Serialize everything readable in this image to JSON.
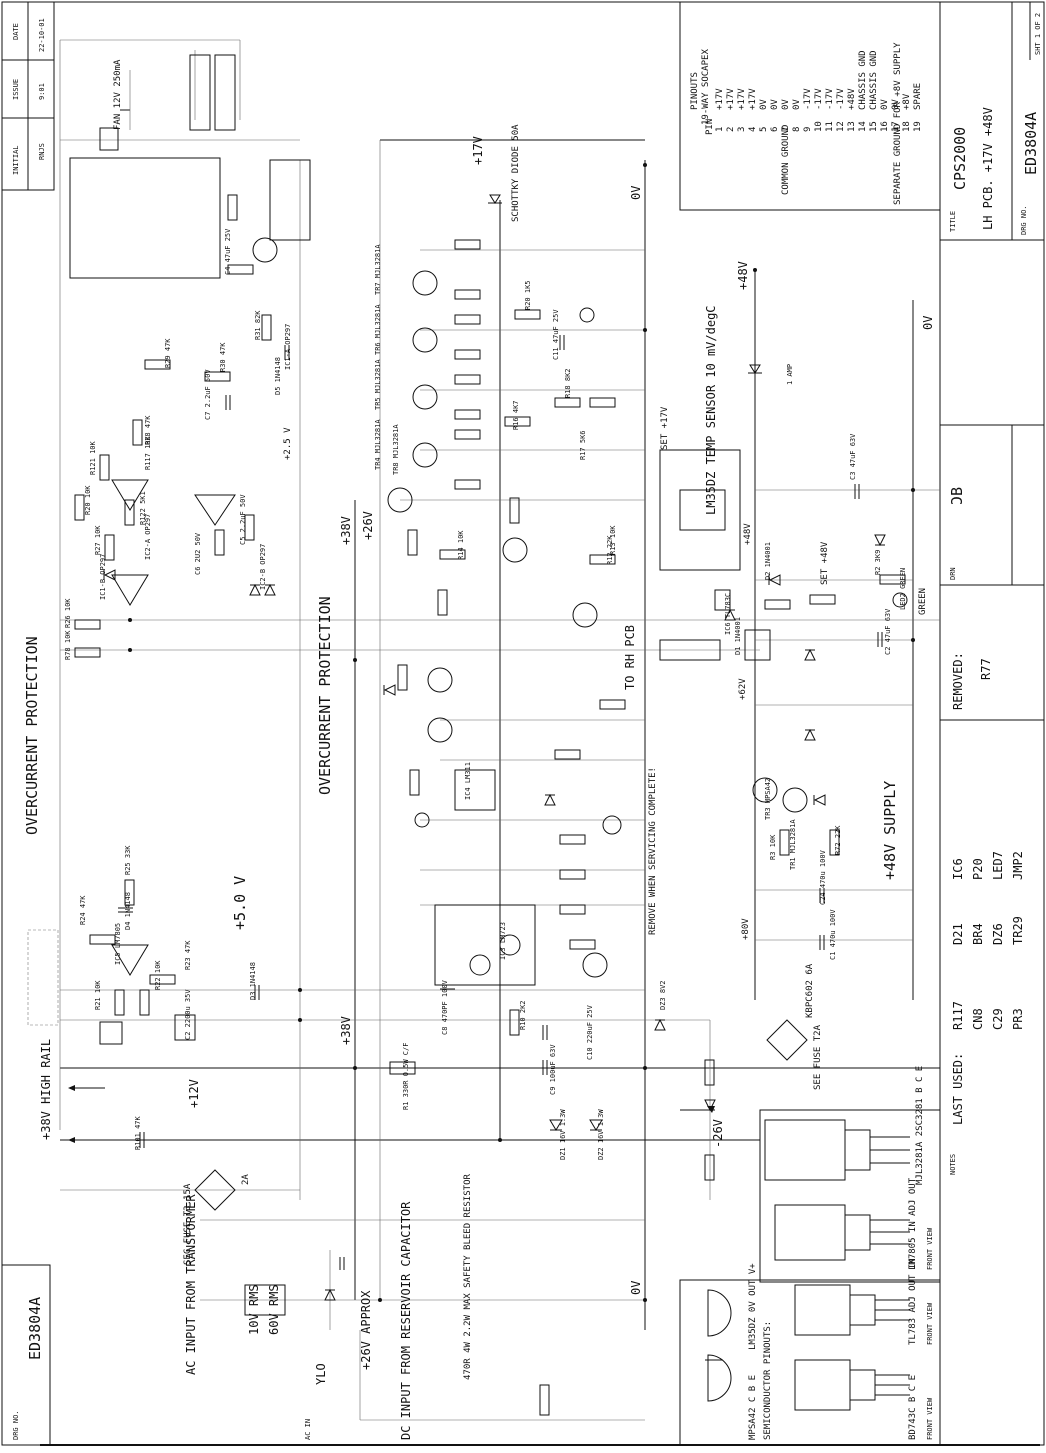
{
  "title_block": {
    "title_label": "TITLE",
    "title_main": "CPS2000",
    "title_sub": "LH PCB. +17V +48V",
    "drg_no_label": "DRG NO.",
    "drg_no": "ED3804A",
    "sheet": "SHT 1 OF 2",
    "drn_label": "DRN",
    "initials": "ƆB",
    "removed_label": "REMOVED:",
    "removed": "R77",
    "last_used_label": "LAST USED:",
    "last_used": [
      [
        "R117",
        "D21",
        "IC6"
      ],
      [
        "CN8",
        "BR4",
        "P20"
      ],
      [
        "C29",
        "DZ6",
        "LED7"
      ],
      [
        "PR3",
        "TR29",
        "JMP2"
      ]
    ],
    "notes_label": "NOTES"
  },
  "revision": {
    "headers": [
      "INITIAL",
      "ISSUE",
      "DATE"
    ],
    "values": [
      "RNJS",
      "9:01",
      "22-10-01"
    ]
  },
  "left_block": {
    "drg_no_label": "DRG NO.",
    "drg_no": "ED3804A"
  },
  "pinouts": {
    "title": "PINOUTS",
    "subtitle": "19-WAY SOCAPEX",
    "pin_label": "PIN",
    "pins": [
      "1",
      "2",
      "3",
      "4",
      "5",
      "6",
      "7",
      "8",
      "9",
      "10",
      "11",
      "12",
      "13",
      "14",
      "15",
      "16",
      "17",
      "18",
      "19"
    ],
    "values": [
      "+17V",
      "+17V",
      "+17V",
      "+17V",
      "0V",
      "0V",
      "0V",
      "0V",
      "-17V",
      "-17V",
      "-17V",
      "-17V",
      "+48V",
      "CHASSIS GND",
      "CHASSIS GND",
      "0V",
      "0V",
      "+8V",
      "SPARE"
    ],
    "common_ground": "COMMON GROUND",
    "separate_ground": "SEPARATE GROUND FOR +8V SUPPLY"
  },
  "sections": {
    "overcurrent_left": "OVERCURRENT PROTECTION",
    "overcurrent_mid": "OVERCURRENT PROTECTION",
    "plus5": "+5.0 V",
    "plus48_supply": "+48V SUPPLY",
    "high_rail": "+38V HIGH RAIL",
    "plus12": "+12V",
    "plus17": "+17V",
    "zero_v_top": "0V",
    "zero_v_mid": "0V",
    "zero_v_bottom": "0V",
    "plus38": "+38V",
    "plus38_b": "+38V",
    "plus26": "+26V",
    "plus25": "+2.5 V",
    "minus26": "-26V",
    "plus48": "+48V",
    "plus62": "+62V",
    "plus80": "+80V",
    "plus26_approx": "+26V APPROX",
    "set17": "SET +17V",
    "set48": "SET +48V",
    "to_rh_pcb": "TO RH PCB",
    "remove_when": "REMOVE WHEN SERVICING COMPLETE!",
    "schottky": "SCHOTTKY DIODE 50A",
    "one_amp": "1 AMP",
    "green": "GREEN",
    "ac_input": "AC INPUT FROM TRANSFORMER",
    "dc_input": "DC INPUT FROM RESERVOIR CAPACITOR",
    "ac_in": "AC IN",
    "ylo": "YLO",
    "rms10": "10V RMS",
    "rms60": "60V RMS",
    "sec_fuse": "SEC FUSE T3.15A",
    "see_fuse": "SEE FUSE T2A",
    "kbpc": "KBPC602 6A",
    "bridge2a": "2A",
    "fan": "FAN 12V 250mA",
    "lm35": "LM35DZ TEMP SENSOR 10 mV/degC",
    "bleed": "470R 4W 2.2W MAX SAFETY BLEED RESISTOR",
    "semis": "SEMICONDUCTOR PINOUTS:",
    "mpsa42": "MPSA42 C B E",
    "lm35dz": "LM35DZ 0V OUT V+",
    "bd743c": "BD743C B C E",
    "tl783": "TL783 ADJ OUT IN",
    "lm7805": "LM7805 IN ADJ OUT",
    "mjl": "MJL3281A 2SC3281 B C E",
    "front_view": "FRONT VIEW"
  },
  "components": {
    "left": [
      "R26 10K",
      "R78 10K",
      "R25 33K",
      "R24 47K",
      "R23 47K",
      "R21 10K",
      "R22 10K",
      "R20 10K",
      "R27 10K",
      "R121 10K",
      "R122 5K1",
      "R28 47K",
      "R29 47K",
      "R30 47K",
      "R31 82K",
      "C4 47uF 25V",
      "C5 2.2uF 50V",
      "C6 2U2 50V",
      "C7 2.2uF 50V",
      "D3 1N4148",
      "D4 1N4148",
      "D5 1N4148",
      "IC1-A OP297",
      "IC1-B OP297",
      "IC2-A OP297",
      "IC2-B OP297",
      "IC5 LM7805",
      "C2 2200u 35V",
      "R101 47K",
      "R117 10K"
    ],
    "mid": [
      "R1 330R 0.5W C/F",
      "C8 470PF 100V",
      "R10 2K2",
      "C9 100uF 63V",
      "C10 220uF 25V",
      "R14 10K",
      "R16 4K7",
      "R17 5K6",
      "R18 8K2",
      "R20 1K5",
      "C11 47uF 25V",
      "TR8 MJL3281A",
      "TR4 MJL3281A",
      "TR5 MJL3281A",
      "TR6 MJL3281A",
      "TR7 MJL3281A",
      "IC3 LM723",
      "IC4 LM311",
      "DZ1 16V 1.3W",
      "DZ2 16V 1.3W",
      "DZ3 8V2"
    ],
    "right": [
      "R12 22K",
      "R13 10K",
      "R2 3K9",
      "C1 470u 100V",
      "C2 47uF 63V",
      "C3 47uF 63V",
      "C24 470u 100V",
      "D1 1N4001",
      "D2 1N4001",
      "IC6 TL783C",
      "TR3 MPSA42",
      "TR1 MJL3281A",
      "R72 22K",
      "R3 10K",
      "LED2 GREEN"
    ]
  },
  "colors": {
    "ink": "#111111",
    "background": "#ffffff"
  }
}
